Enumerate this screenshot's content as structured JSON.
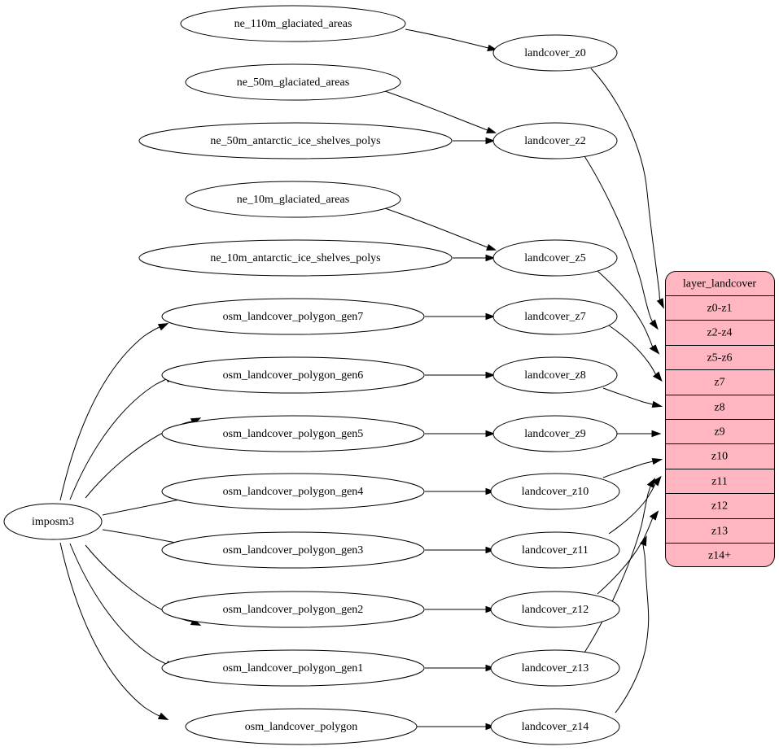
{
  "diagram": {
    "type": "directed-graph",
    "layout": "left-to-right",
    "background_color": "#ffffff",
    "edge_color": "#000000",
    "node_fill": "#ffffff",
    "node_stroke": "#000000",
    "record_fill": "#ffb6c1",
    "source_node": {
      "id": "imposm3",
      "label": "imposm3",
      "shape": "ellipse"
    },
    "natural_earth_nodes": [
      {
        "id": "ne_110m_glaciated_areas",
        "label": "ne_110m_glaciated_areas",
        "shape": "ellipse"
      },
      {
        "id": "ne_50m_glaciated_areas",
        "label": "ne_50m_glaciated_areas",
        "shape": "ellipse"
      },
      {
        "id": "ne_50m_antarctic_ice_shelves_polys",
        "label": "ne_50m_antarctic_ice_shelves_polys",
        "shape": "ellipse"
      },
      {
        "id": "ne_10m_glaciated_areas",
        "label": "ne_10m_glaciated_areas",
        "shape": "ellipse"
      },
      {
        "id": "ne_10m_antarctic_ice_shelves_polys",
        "label": "ne_10m_antarctic_ice_shelves_polys",
        "shape": "ellipse"
      }
    ],
    "osm_nodes": [
      {
        "id": "osm_landcover_polygon_gen7",
        "label": "osm_landcover_polygon_gen7",
        "shape": "ellipse"
      },
      {
        "id": "osm_landcover_polygon_gen6",
        "label": "osm_landcover_polygon_gen6",
        "shape": "ellipse"
      },
      {
        "id": "osm_landcover_polygon_gen5",
        "label": "osm_landcover_polygon_gen5",
        "shape": "ellipse"
      },
      {
        "id": "osm_landcover_polygon_gen4",
        "label": "osm_landcover_polygon_gen4",
        "shape": "ellipse"
      },
      {
        "id": "osm_landcover_polygon_gen3",
        "label": "osm_landcover_polygon_gen3",
        "shape": "ellipse"
      },
      {
        "id": "osm_landcover_polygon_gen2",
        "label": "osm_landcover_polygon_gen2",
        "shape": "ellipse"
      },
      {
        "id": "osm_landcover_polygon_gen1",
        "label": "osm_landcover_polygon_gen1",
        "shape": "ellipse"
      },
      {
        "id": "osm_landcover_polygon",
        "label": "osm_landcover_polygon",
        "shape": "ellipse"
      }
    ],
    "landcover_nodes": [
      {
        "id": "landcover_z0",
        "label": "landcover_z0",
        "shape": "ellipse"
      },
      {
        "id": "landcover_z2",
        "label": "landcover_z2",
        "shape": "ellipse"
      },
      {
        "id": "landcover_z5",
        "label": "landcover_z5",
        "shape": "ellipse"
      },
      {
        "id": "landcover_z7",
        "label": "landcover_z7",
        "shape": "ellipse"
      },
      {
        "id": "landcover_z8",
        "label": "landcover_z8",
        "shape": "ellipse"
      },
      {
        "id": "landcover_z9",
        "label": "landcover_z9",
        "shape": "ellipse"
      },
      {
        "id": "landcover_z10",
        "label": "landcover_z10",
        "shape": "ellipse"
      },
      {
        "id": "landcover_z11",
        "label": "landcover_z11",
        "shape": "ellipse"
      },
      {
        "id": "landcover_z12",
        "label": "landcover_z12",
        "shape": "ellipse"
      },
      {
        "id": "landcover_z13",
        "label": "landcover_z13",
        "shape": "ellipse"
      },
      {
        "id": "landcover_z14",
        "label": "landcover_z14",
        "shape": "ellipse"
      }
    ],
    "record_node": {
      "id": "layer_landcover",
      "shape": "record",
      "title": "layer_landcover",
      "fill": "#ffb6c1",
      "rows": [
        {
          "id": "z0-z1",
          "label": "z0-z1"
        },
        {
          "id": "z2-z4",
          "label": "z2-z4"
        },
        {
          "id": "z5-z6",
          "label": "z5-z6"
        },
        {
          "id": "z7",
          "label": "z7"
        },
        {
          "id": "z8",
          "label": "z8"
        },
        {
          "id": "z9",
          "label": "z9"
        },
        {
          "id": "z10",
          "label": "z10"
        },
        {
          "id": "z11",
          "label": "z11"
        },
        {
          "id": "z12",
          "label": "z12"
        },
        {
          "id": "z13",
          "label": "z13"
        },
        {
          "id": "z14+",
          "label": "z14+"
        }
      ]
    },
    "edges": [
      {
        "from": "ne_110m_glaciated_areas",
        "to": "landcover_z0"
      },
      {
        "from": "ne_50m_glaciated_areas",
        "to": "landcover_z2"
      },
      {
        "from": "ne_50m_antarctic_ice_shelves_polys",
        "to": "landcover_z2"
      },
      {
        "from": "ne_10m_glaciated_areas",
        "to": "landcover_z5"
      },
      {
        "from": "ne_10m_antarctic_ice_shelves_polys",
        "to": "landcover_z5"
      },
      {
        "from": "imposm3",
        "to": "osm_landcover_polygon_gen7"
      },
      {
        "from": "imposm3",
        "to": "osm_landcover_polygon_gen6"
      },
      {
        "from": "imposm3",
        "to": "osm_landcover_polygon_gen5"
      },
      {
        "from": "imposm3",
        "to": "osm_landcover_polygon_gen4"
      },
      {
        "from": "imposm3",
        "to": "osm_landcover_polygon_gen3"
      },
      {
        "from": "imposm3",
        "to": "osm_landcover_polygon_gen2"
      },
      {
        "from": "imposm3",
        "to": "osm_landcover_polygon_gen1"
      },
      {
        "from": "imposm3",
        "to": "osm_landcover_polygon"
      },
      {
        "from": "osm_landcover_polygon_gen7",
        "to": "landcover_z7"
      },
      {
        "from": "osm_landcover_polygon_gen6",
        "to": "landcover_z8"
      },
      {
        "from": "osm_landcover_polygon_gen5",
        "to": "landcover_z9"
      },
      {
        "from": "osm_landcover_polygon_gen4",
        "to": "landcover_z10"
      },
      {
        "from": "osm_landcover_polygon_gen3",
        "to": "landcover_z11"
      },
      {
        "from": "osm_landcover_polygon_gen2",
        "to": "landcover_z12"
      },
      {
        "from": "osm_landcover_polygon_gen1",
        "to": "landcover_z13"
      },
      {
        "from": "osm_landcover_polygon",
        "to": "landcover_z14"
      },
      {
        "from": "landcover_z0",
        "to": "z0-z1"
      },
      {
        "from": "landcover_z2",
        "to": "z2-z4"
      },
      {
        "from": "landcover_z5",
        "to": "z5-z6"
      },
      {
        "from": "landcover_z7",
        "to": "z7"
      },
      {
        "from": "landcover_z8",
        "to": "z8"
      },
      {
        "from": "landcover_z9",
        "to": "z9"
      },
      {
        "from": "landcover_z10",
        "to": "z10"
      },
      {
        "from": "landcover_z11",
        "to": "z11"
      },
      {
        "from": "landcover_z12",
        "to": "z12"
      },
      {
        "from": "landcover_z13",
        "to": "z13"
      },
      {
        "from": "landcover_z14",
        "to": "z14+"
      }
    ]
  }
}
